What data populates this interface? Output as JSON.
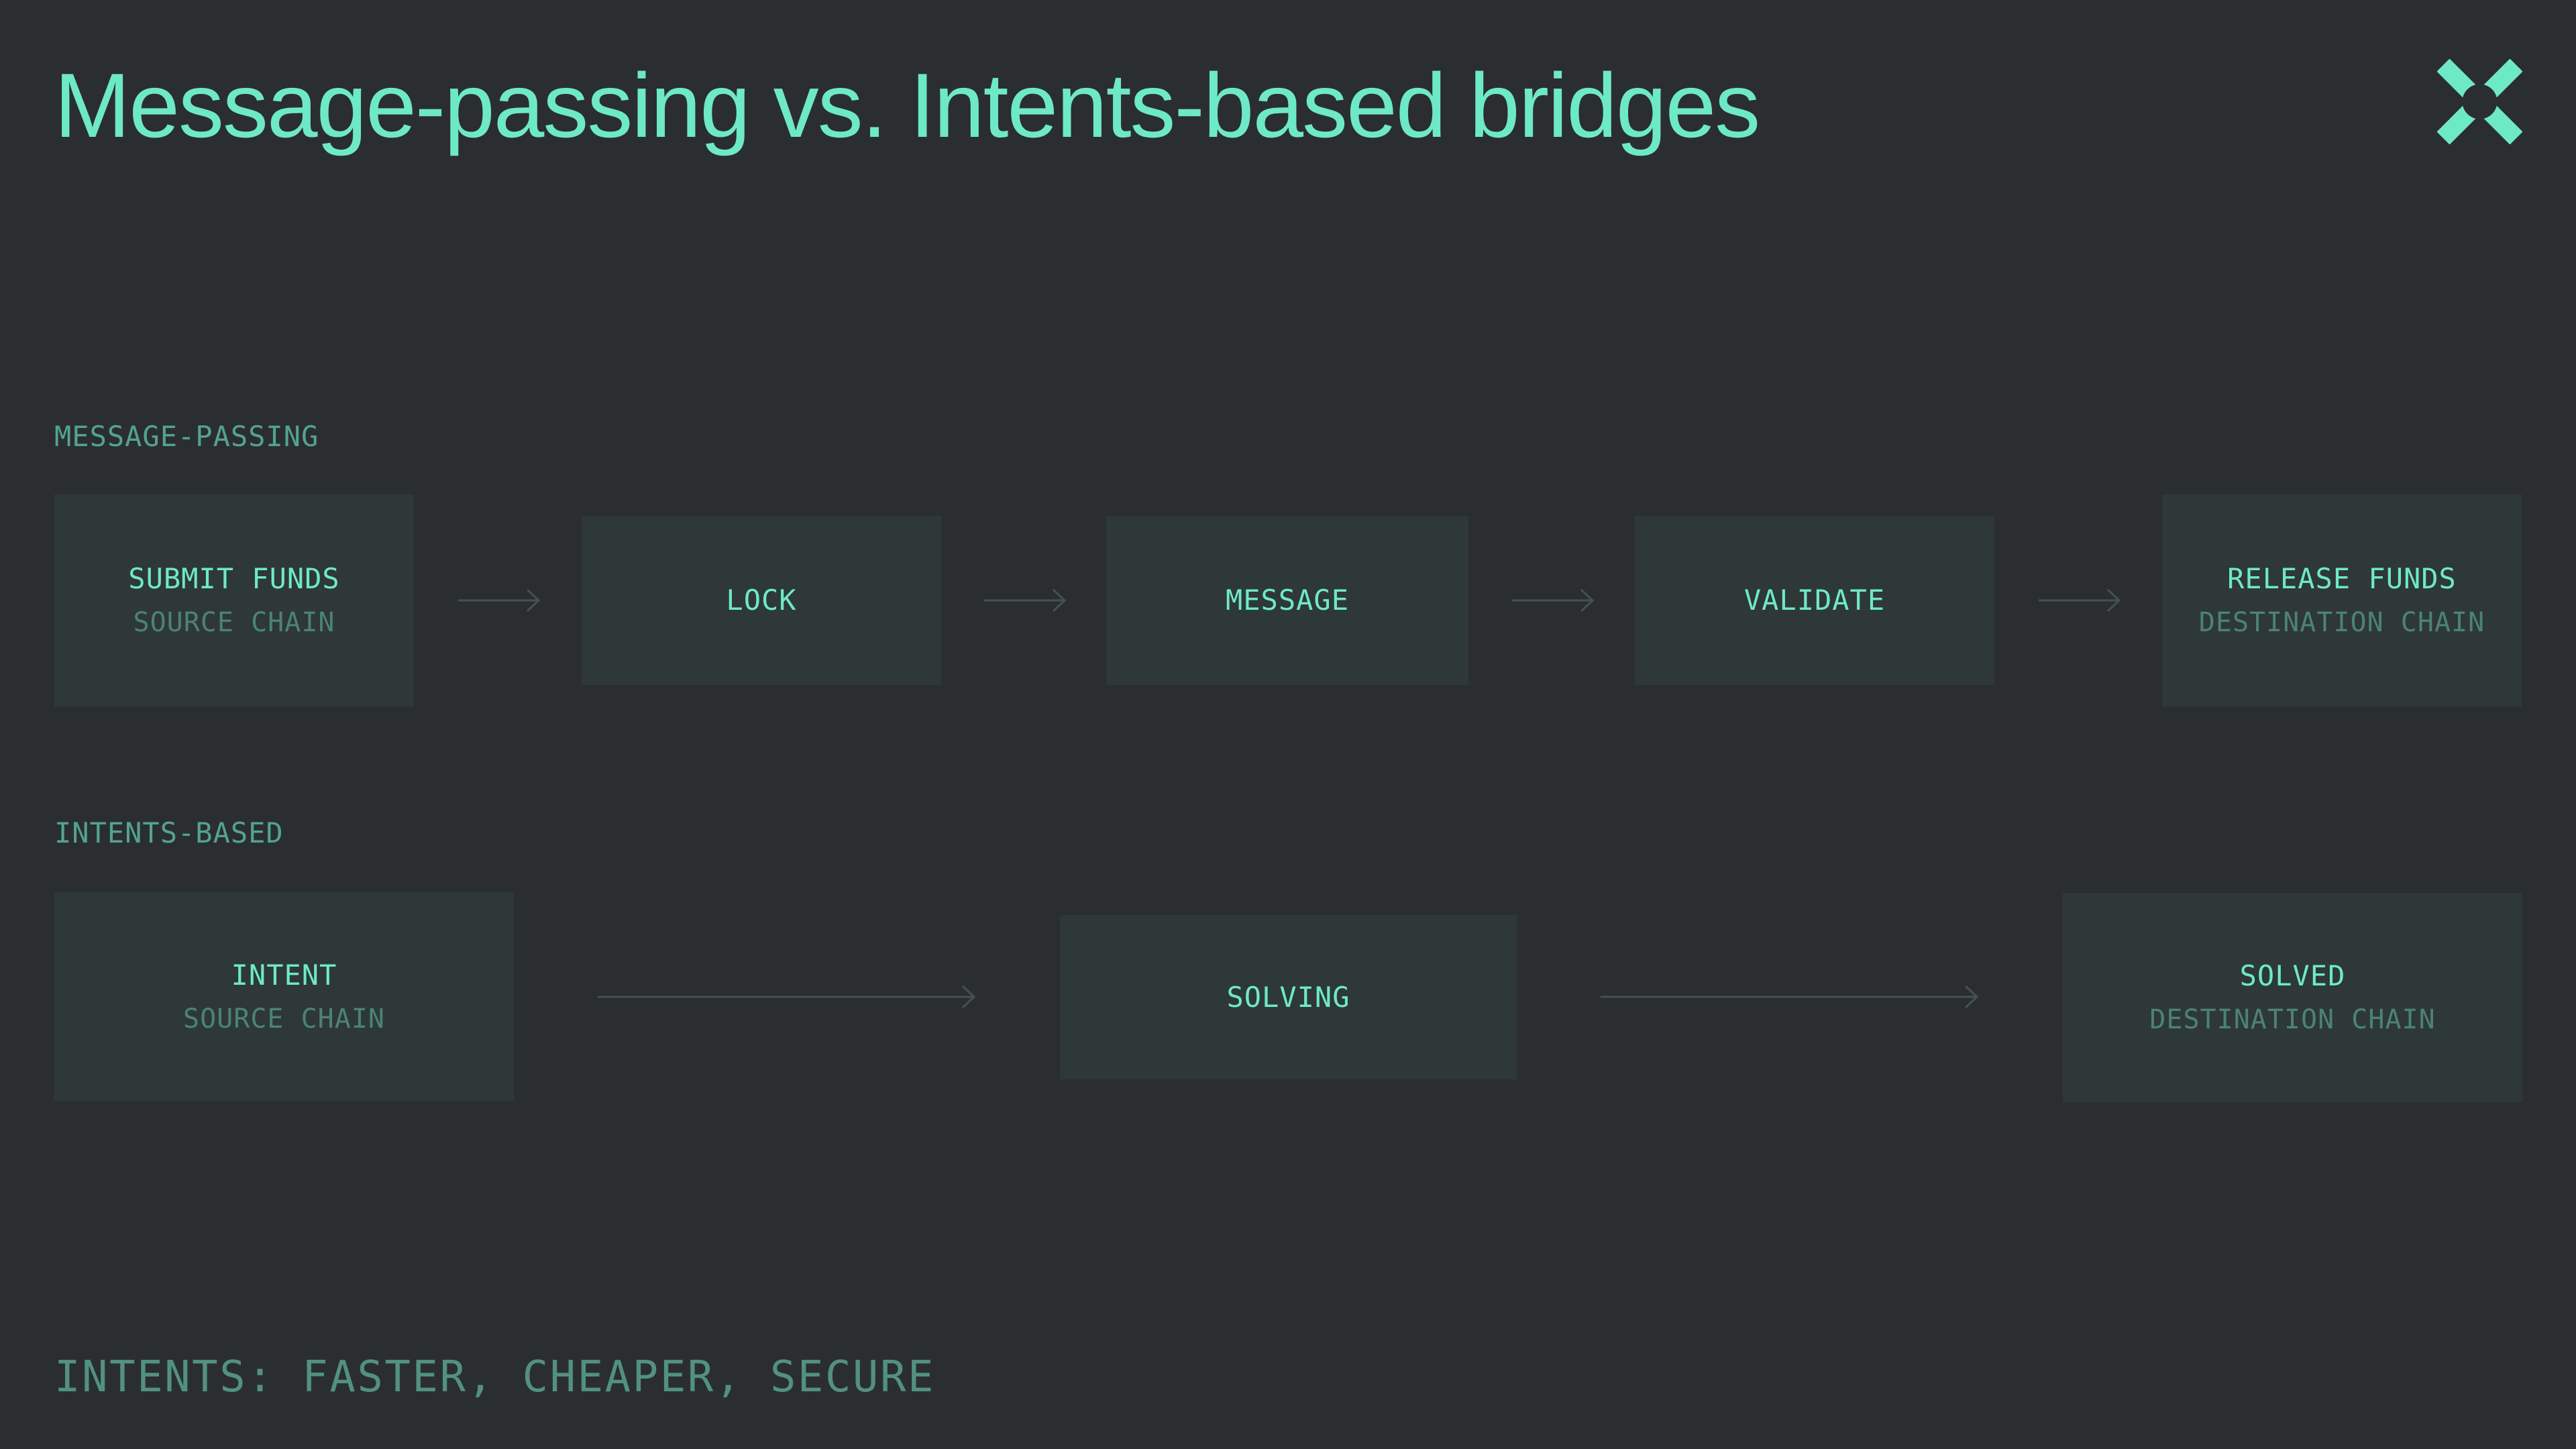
{
  "slide": {
    "title": "Message-passing vs. Intents-based bridges",
    "footer": "INTENTS: FASTER, CHEAPER, SECURE"
  },
  "logo": {
    "icon": "x-mark-logo"
  },
  "sections": [
    {
      "label": "MESSAGE-PASSING",
      "boxes": [
        {
          "title": "SUBMIT FUNDS",
          "subtitle": "SOURCE CHAIN"
        },
        {
          "title": "LOCK"
        },
        {
          "title": "MESSAGE"
        },
        {
          "title": "VALIDATE"
        },
        {
          "title": "RELEASE FUNDS",
          "subtitle": "DESTINATION CHAIN"
        }
      ]
    },
    {
      "label": "INTENTS-BASED",
      "boxes": [
        {
          "title": "INTENT",
          "subtitle": "SOURCE CHAIN"
        },
        {
          "title": "SOLVING"
        },
        {
          "title": "SOLVED",
          "subtitle": "DESTINATION CHAIN"
        }
      ]
    }
  ],
  "colors": {
    "background": "#2b2e30",
    "box_background": "#2e3837",
    "accent_mint": "#6ee9c8",
    "muted_teal": "#4c8274",
    "section_label": "#53a391",
    "footer_text": "#529181",
    "arrow": "#43534f"
  }
}
